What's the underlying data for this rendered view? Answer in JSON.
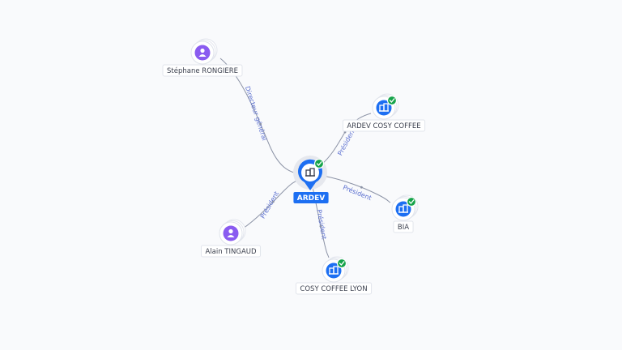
{
  "colors": {
    "edge": "#8c93a6",
    "edge_label": "#5b6fd0",
    "company": "#1d6ff2",
    "person": "#8a5bf0",
    "check": "#16a34a"
  },
  "graph": {
    "center": {
      "id": "ardev",
      "label": "ARDEV",
      "kind": "company",
      "verified": true,
      "icon": "building-icon"
    },
    "nodes": [
      {
        "id": "stephane",
        "label": "Stéphane RONGIERE",
        "kind": "person",
        "verified": false,
        "icon": "person-icon"
      },
      {
        "id": "ardev-cosy",
        "label": "ARDEV COSY COFFEE",
        "kind": "company",
        "verified": true,
        "icon": "building-icon"
      },
      {
        "id": "bia",
        "label": "BIA",
        "kind": "company",
        "verified": true,
        "icon": "building-icon"
      },
      {
        "id": "cosy-lyon",
        "label": "COSY COFFEE LYON",
        "kind": "company",
        "verified": true,
        "icon": "building-icon"
      },
      {
        "id": "alain",
        "label": "Alain TINGAUD",
        "kind": "person",
        "verified": false,
        "icon": "person-icon"
      }
    ],
    "edges": [
      {
        "from": "stephane",
        "to": "ardev",
        "label": "Directeur général"
      },
      {
        "from": "ardev",
        "to": "ardev-cosy",
        "label": "Président"
      },
      {
        "from": "ardev",
        "to": "bia",
        "label": "Président"
      },
      {
        "from": "ardev",
        "to": "cosy-lyon",
        "label": "Président"
      },
      {
        "from": "alain",
        "to": "ardev",
        "label": "Président"
      }
    ]
  }
}
